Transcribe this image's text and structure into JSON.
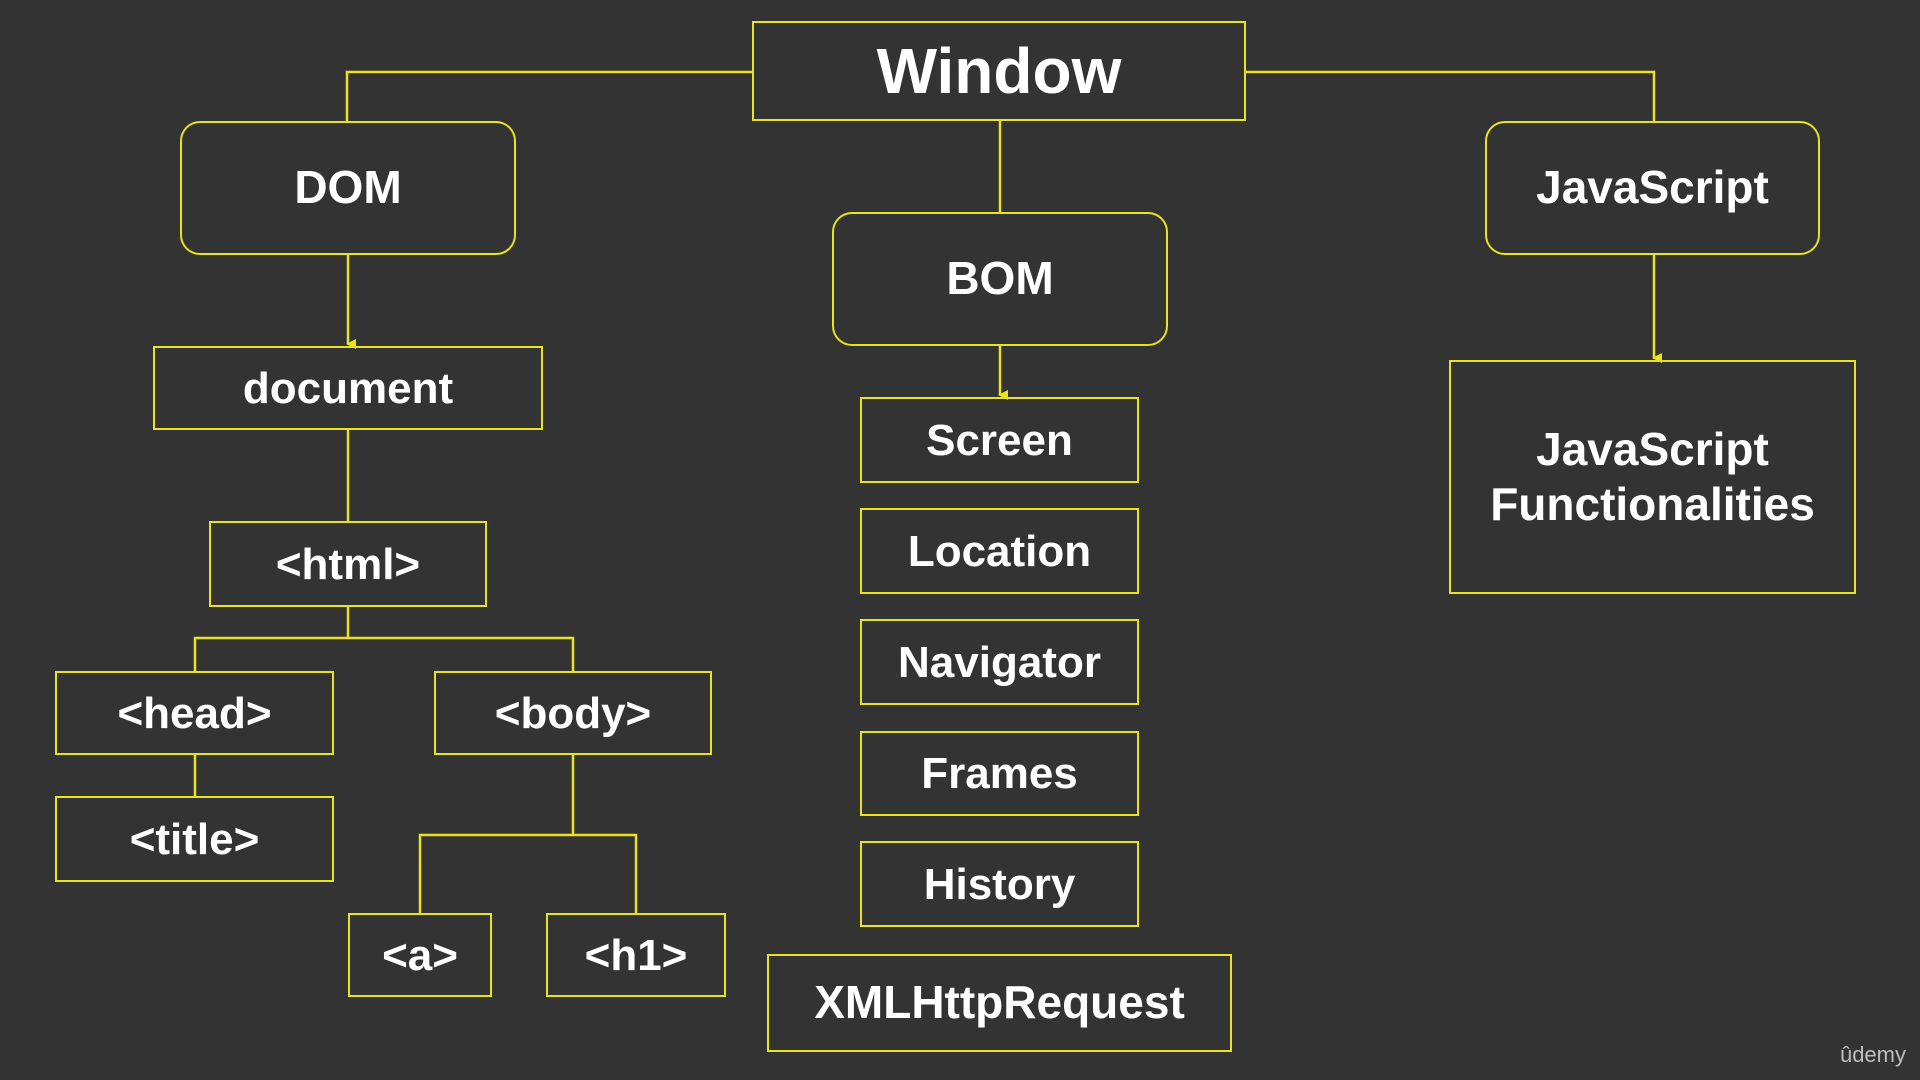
{
  "colors": {
    "background": "#333333",
    "box_border": "#e8e21f",
    "connector": "#e8e21f",
    "text": "#ffffff",
    "watermark": "#bdbdbd"
  },
  "nodes": {
    "window": "Window",
    "dom": "DOM",
    "bom": "BOM",
    "javascript": "JavaScript",
    "document": "document",
    "html": "<html>",
    "head": "<head>",
    "body": "<body>",
    "title": "<title>",
    "a": "<a>",
    "h1": "<h1>",
    "screen": "Screen",
    "location": "Location",
    "navigator": "Navigator",
    "frames": "Frames",
    "history": "History",
    "xmlhttprequest": "XMLHttpRequest",
    "js_functionalities": "JavaScript\nFunctionalities"
  },
  "watermark": "ûdemy"
}
